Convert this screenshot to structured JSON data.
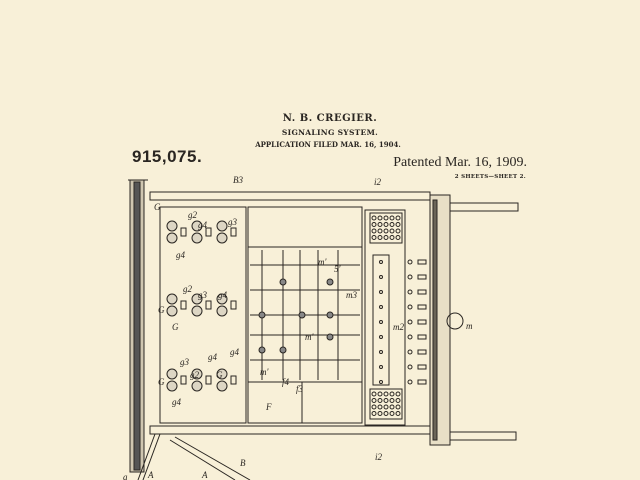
{
  "header": {
    "inventor": "N. B. CREGIER.",
    "title": "SIGNALING SYSTEM.",
    "filed": "APPLICATION FILED MAR. 16, 1904.",
    "patent_number": "915,075.",
    "patented": "Patented Mar. 16, 1909.",
    "sheets": "2 SHEETS—SHEET 2."
  },
  "drawing": {
    "labels": [
      "B3",
      "G",
      "g4",
      "g2",
      "g4",
      "g3",
      "G",
      "g2",
      "g3",
      "g4",
      "G",
      "g4",
      "G",
      "g3",
      "g2",
      "g4",
      "G",
      "g4",
      "m'",
      "5'",
      "m3",
      "m'",
      "m'",
      "m2",
      "m",
      "F",
      "f4",
      "f3",
      "i2",
      "i2",
      "a",
      "A",
      "A",
      "B"
    ]
  },
  "colors": {
    "paper": "#f8f0d8",
    "ink": "#2a2622"
  }
}
